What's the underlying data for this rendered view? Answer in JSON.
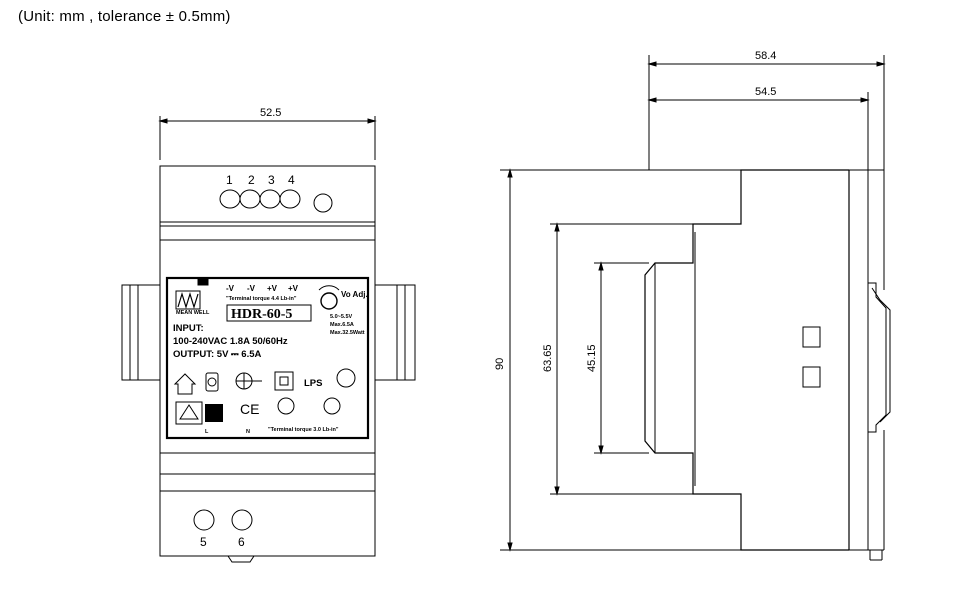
{
  "header": {
    "unit_note": "(Unit: mm , tolerance ± 0.5mm)"
  },
  "front_view": {
    "width_dim": "52.5",
    "top_terminals": [
      "1",
      "2",
      "3",
      "4"
    ],
    "bottom_terminals": [
      "5",
      "6"
    ],
    "label": {
      "brand": "MEAN WELL",
      "model": "HDR-60-5",
      "terminal_marks": [
        "-V",
        "-V",
        "+V",
        "+V"
      ],
      "torque_top": "\"Terminal torque 4.4 Lb-in\"",
      "vo_adj": "Vo Adj.",
      "vo_range": "5.0~5.5V",
      "max_current": "Max.6.5A",
      "max_watt": "Max.32.5Watt",
      "input_title": "INPUT:",
      "input_spec": "100-240VAC  1.8A  50/60Hz",
      "output_spec": "OUTPUT: 5V ⎓ 6.5A",
      "lps": "LPS",
      "torque_bottom": "\"Terminal torque 3.0 Lb-in\"",
      "terminal_L": "L",
      "terminal_N": "N"
    }
  },
  "side_view": {
    "overall_depth_dim": "58.4",
    "body_depth_dim": "54.5",
    "height_dim": "90",
    "step_height_dim": "63.65",
    "inner_height_dim": "45.15"
  },
  "colors": {
    "line": "#000000",
    "label_bg": "#ffffff"
  }
}
